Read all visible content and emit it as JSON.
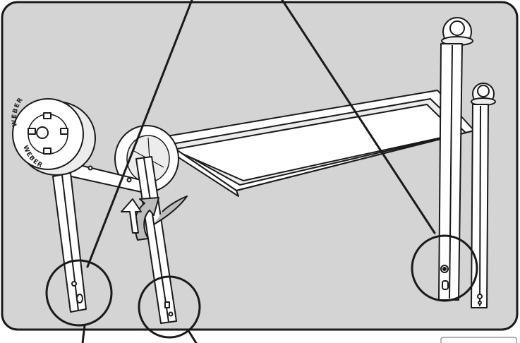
{
  "diagram": {
    "kind": "assembly-illustration",
    "colors": {
      "panel_background": "#d4d4d4",
      "outline": "#1a1a1a",
      "part_fill": "#ffffff",
      "part_shade": "#ececec"
    },
    "wheel": {
      "brand_text_top": "WEBER",
      "brand_text_bottom": "WEBER"
    },
    "icons": [
      "rotation-arrow-icon",
      "callout-circle-icon"
    ],
    "callouts": [
      "left-leg-foot",
      "middle-leg-foot",
      "right-leg-foot"
    ]
  }
}
